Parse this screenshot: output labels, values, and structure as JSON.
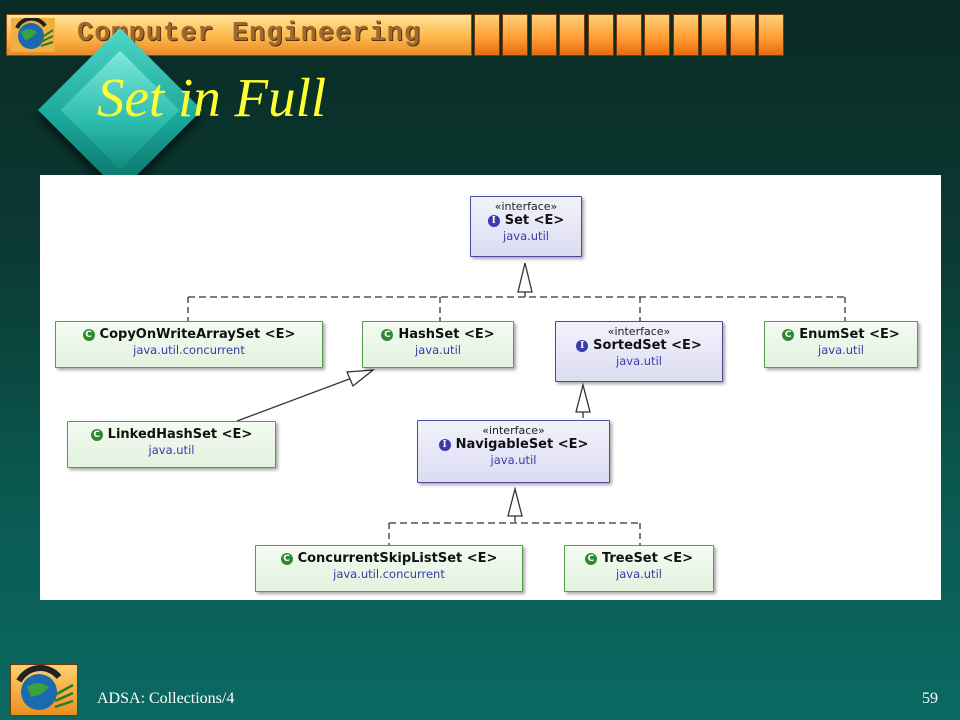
{
  "header": {
    "banner_title": "Computer Engineering"
  },
  "slide": {
    "title": "Set in Full"
  },
  "diagram": {
    "stereotype": "«interface»",
    "nodes": {
      "set": {
        "name": "Set <E>",
        "package": "java.util",
        "kind": "interface"
      },
      "copyonwrite": {
        "name": "CopyOnWriteArraySet <E>",
        "package": "java.util.concurrent",
        "kind": "class"
      },
      "hashset": {
        "name": "HashSet <E>",
        "package": "java.util",
        "kind": "class"
      },
      "sortedset": {
        "name": "SortedSet <E>",
        "package": "java.util",
        "kind": "interface"
      },
      "enumset": {
        "name": "EnumSet <E>",
        "package": "java.util",
        "kind": "class"
      },
      "linkedhashset": {
        "name": "LinkedHashSet <E>",
        "package": "java.util",
        "kind": "class"
      },
      "navigableset": {
        "name": "NavigableSet <E>",
        "package": "java.util",
        "kind": "interface"
      },
      "concurrentskiplist": {
        "name": "ConcurrentSkipListSet <E>",
        "package": "java.util.concurrent",
        "kind": "class"
      },
      "treeset": {
        "name": "TreeSet <E>",
        "package": "java.util",
        "kind": "class"
      }
    },
    "icons": {
      "class": "C",
      "interface": "I"
    }
  },
  "footer": {
    "course": "ADSA: Collections/4",
    "page_number": "59"
  },
  "colors": {
    "background": "#0a5a52",
    "title": "#ffff33",
    "banner": "#ffb84a"
  }
}
